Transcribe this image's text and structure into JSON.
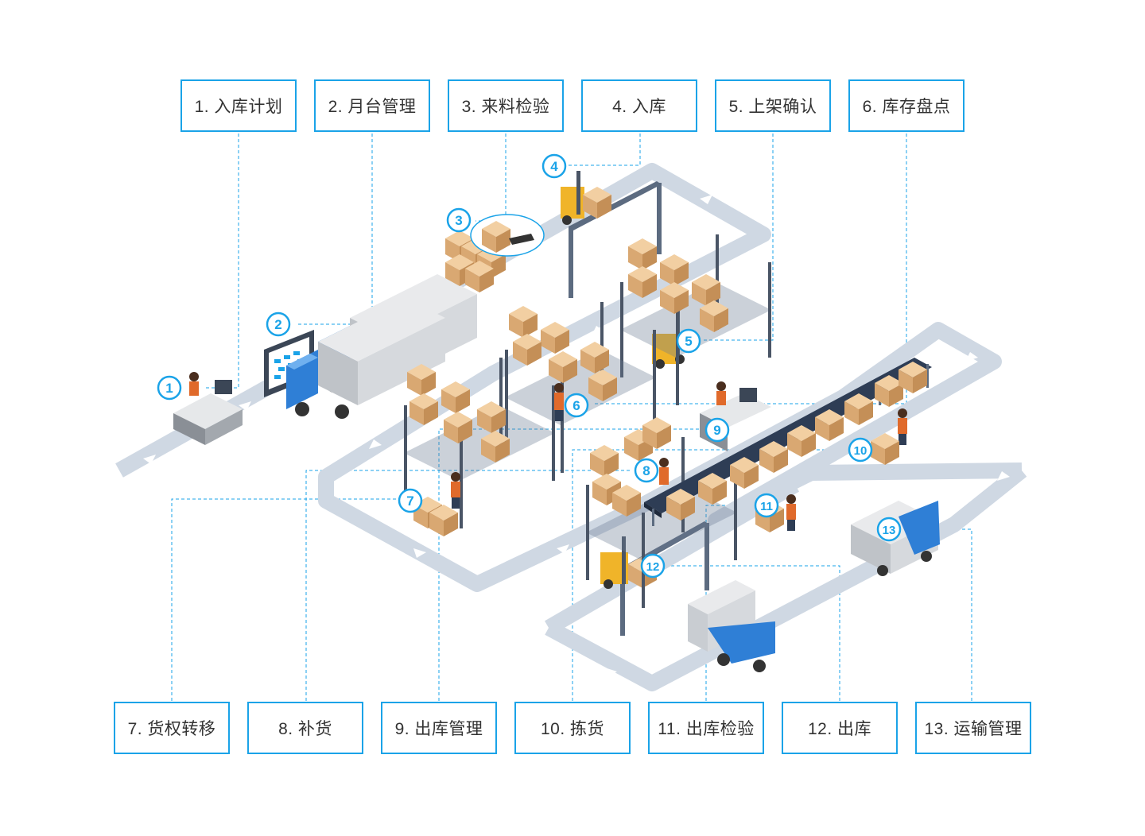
{
  "steps_top": [
    {
      "label": "1. 入库计划"
    },
    {
      "label": "2. 月台管理"
    },
    {
      "label": "3. 来料检验"
    },
    {
      "label": "4. 入库"
    },
    {
      "label": "5. 上架确认"
    },
    {
      "label": "6. 库存盘点"
    }
  ],
  "steps_bottom": [
    {
      "label": "7. 货权转移"
    },
    {
      "label": "8. 补货"
    },
    {
      "label": "9. 出库管理"
    },
    {
      "label": "10. 拣货"
    },
    {
      "label": "11. 出库检验"
    },
    {
      "label": "12. 出库"
    },
    {
      "label": "13. 运输管理"
    }
  ],
  "badges": [
    "1",
    "2",
    "3",
    "4",
    "5",
    "6",
    "7",
    "8",
    "9",
    "10",
    "11",
    "12",
    "13"
  ],
  "colors": {
    "accent": "#1aa3e8",
    "path": "#cfd8e3",
    "box": "#e3b98a",
    "rack": "#4a5566",
    "truck_blue": "#2f7fd6"
  },
  "icons": [
    "person-icon",
    "monitor-icon",
    "scanner-icon",
    "forklift-icon",
    "truck-icon",
    "rack-icon",
    "conveyor-icon",
    "pallet-icon"
  ]
}
